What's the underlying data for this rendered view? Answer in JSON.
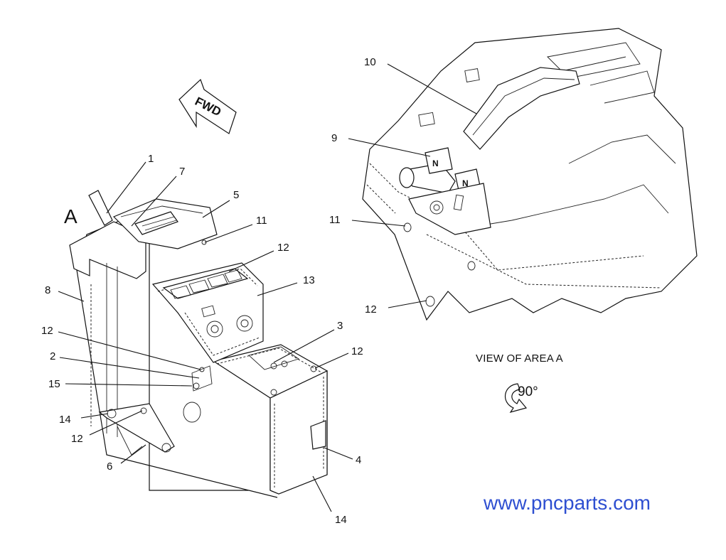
{
  "labels": {
    "area_letter": "A",
    "fwd": "FWD",
    "view_caption": "VIEW OF AREA  A",
    "rotation": "90°"
  },
  "callouts_main": [
    "1",
    "7",
    "5",
    "11",
    "12",
    "13",
    "8",
    "12",
    "2",
    "15",
    "3",
    "12",
    "14",
    "12",
    "6",
    "4",
    "14"
  ],
  "callouts_view": [
    "10",
    "9",
    "11",
    "12"
  ],
  "watermark": "www.pncparts.com"
}
